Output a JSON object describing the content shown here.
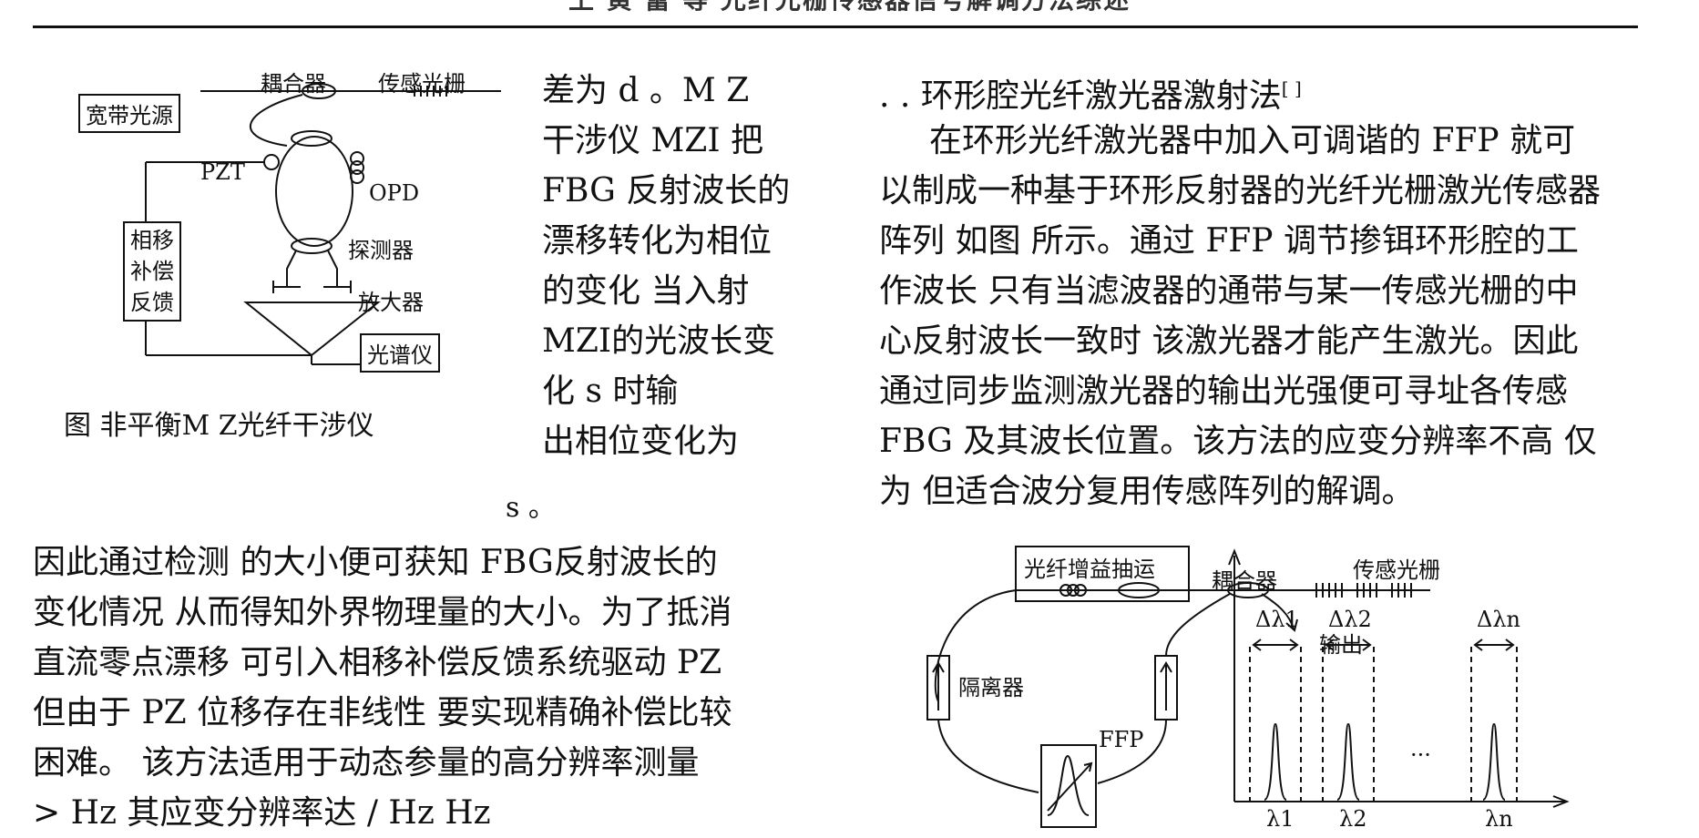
{
  "header": {
    "running_title": "王 黄 蕾 等    光纤光栅传感器信号解调方法综述"
  },
  "figure1": {
    "labels": {
      "coupler": "耦合器",
      "sensing_grating": "传感光栅",
      "broadband_source": "宽带光源",
      "pzt": "PZT",
      "opd": "OPD",
      "phase_comp_line1": "相移",
      "phase_comp_line2": "补偿",
      "phase_comp_line3": "反馈",
      "detector": "探测器",
      "amplifier": "放大器",
      "spectrometer": "光谱仪"
    },
    "caption": "图      非平衡M Z光纤干涉仪"
  },
  "left_col": {
    "wrap_lines": [
      "差为   d 。M Z",
      "干涉仪  MZI 把",
      "FBG 反射波长的",
      "漂移转化为相位",
      "的变化  当入射",
      "MZI的光波长变",
      "化      s     时输",
      "出相位变化为"
    ],
    "formula_line": "s         。",
    "lines": [
      "因此通过检测      的大小便可获知 FBG反射波长的",
      "变化情况 从而得知外界物理量的大小。为了抵消",
      "直流零点漂移 可引入相移补偿反馈系统驱动 PZ",
      "但由于  PZ  位移存在非线性  要实现精确补偿比较",
      "困难。 该方法适用于动态参量的高分辨率测量",
      "  >        Hz   其应变分辨率达           /  Hz          Hz"
    ]
  },
  "right_col": {
    "section_title": ".  .      环形腔光纤激光器激射法",
    "section_ref": "[ ]",
    "lines": [
      "在环形光纤激光器中加入可调谐的 FFP 就可",
      "以制成一种基于环形反射器的光纤光栅激光传感器",
      "阵列  如图    所示。通过 FFP 调节掺铒环形腔的工",
      "作波长  只有当滤波器的通带与某一传感光栅的中",
      "心反射波长一致时  该激光器才能产生激光。因此",
      "通过同步监测激光器的输出光强便可寻址各传感",
      "FBG 及其波长位置。该方法的应变分辨率不高  仅",
      "为             但适合波分复用传感阵列的解调。"
    ]
  },
  "figure2": {
    "labels": {
      "gain_fiber": "光纤增益抽运",
      "coupler": "耦合器",
      "sensing_grating": "传感光栅",
      "output": "输出",
      "isolator": "隔离器",
      "ffp": "FFP",
      "dl1": "Δλ1",
      "dl2": "Δλ2",
      "dln": "Δλn",
      "l1": "λ1",
      "l2": "λ2",
      "ln": "λn",
      "ellipsis": "···"
    }
  }
}
